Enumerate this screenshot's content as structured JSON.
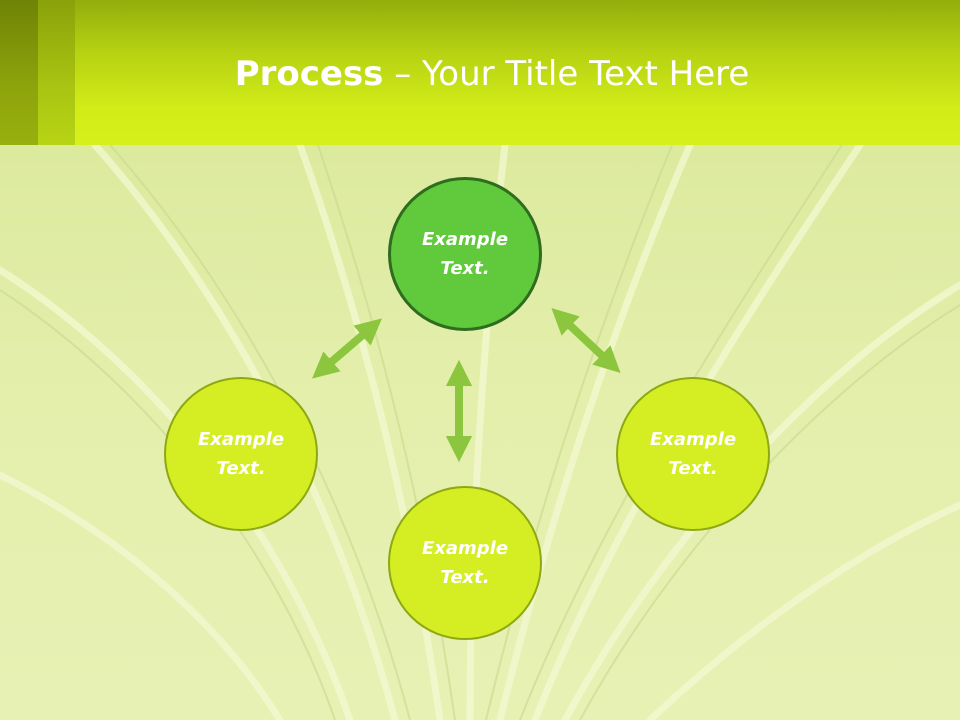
{
  "title": {
    "bold": "Process",
    "rest": " – Your Title Text Here"
  },
  "nodes": {
    "top": "Example\nText.",
    "left": "Example\nText.",
    "right": "Example\nText.",
    "bottom": "Example\nText."
  },
  "colors": {
    "header": "#d2ec18",
    "node_outer": "#d5ee24",
    "node_center": "#61c93c",
    "arrow": "#8cc63e"
  }
}
